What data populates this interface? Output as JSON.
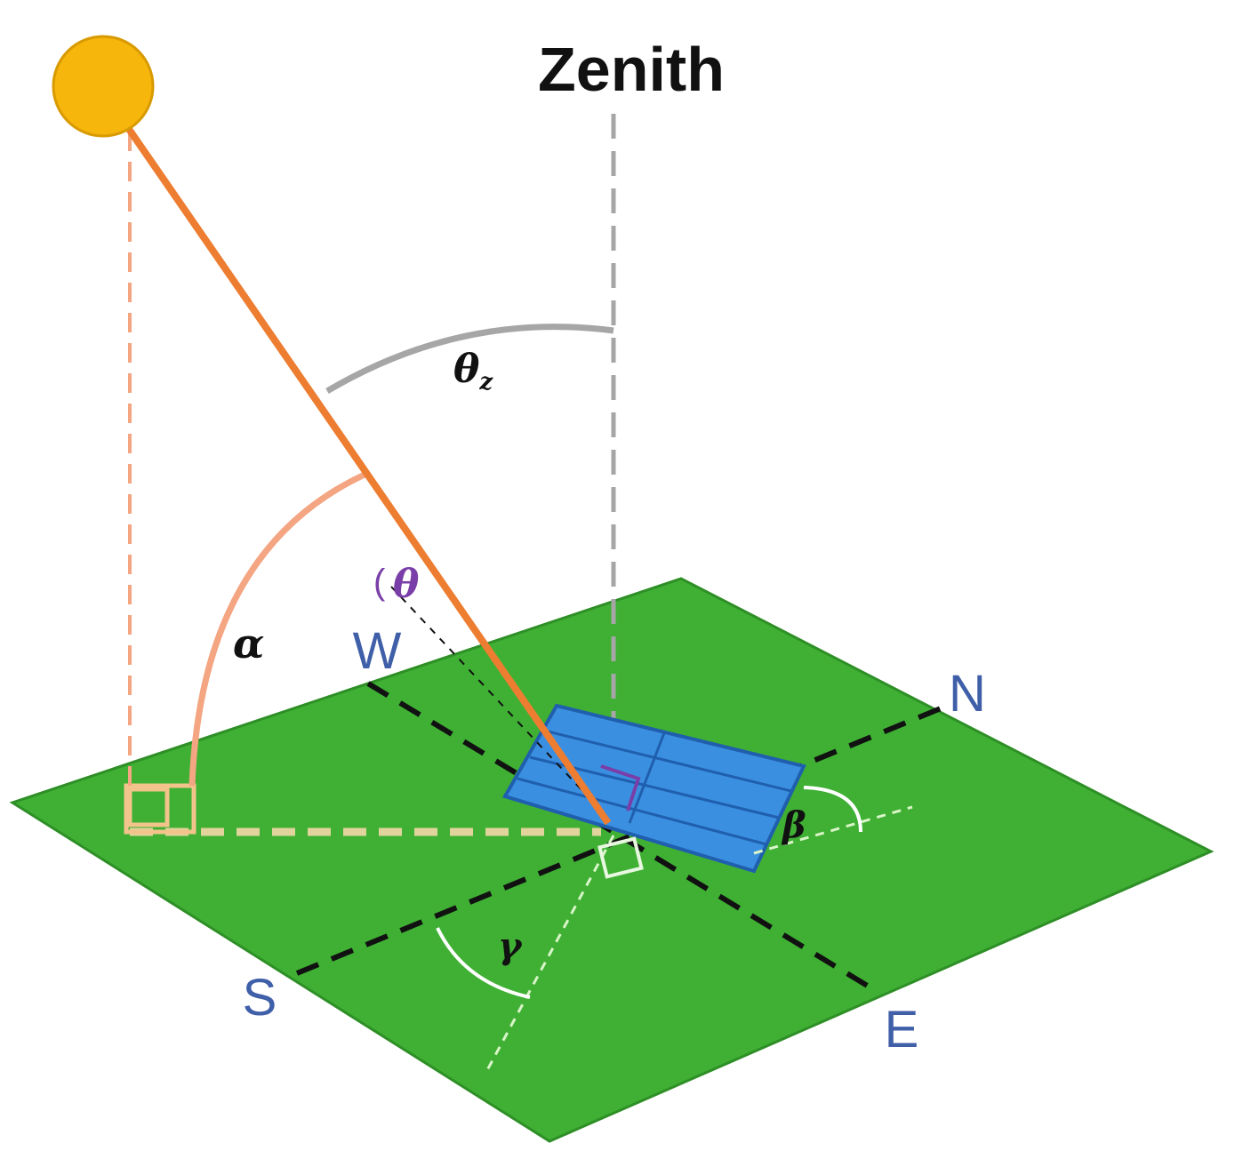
{
  "labels": {
    "zenith": "Zenith",
    "theta_z": "θ",
    "theta_z_sub": "z",
    "theta": "θ",
    "theta_paren": "(",
    "alpha": "α",
    "beta": "β",
    "gamma": "γ",
    "north": "N",
    "south": "S",
    "east": "E",
    "west": "W"
  },
  "colors": {
    "ground": "#3fb034",
    "ground_edge": "#2e8f26",
    "sun": "#f6b60c",
    "sun_edge": "#d89a00",
    "sun_ray": "#ed7d31",
    "altitude_arc": "#f4a582",
    "zenith_arc": "#a6a6a6",
    "panel": "#3b8fe0",
    "panel_edge": "#1f5fae",
    "compass_label": "#3f5fa8",
    "theta_color": "#7a3ea8",
    "compass_line": "#111111",
    "helper_line": "#d9f5c8"
  }
}
